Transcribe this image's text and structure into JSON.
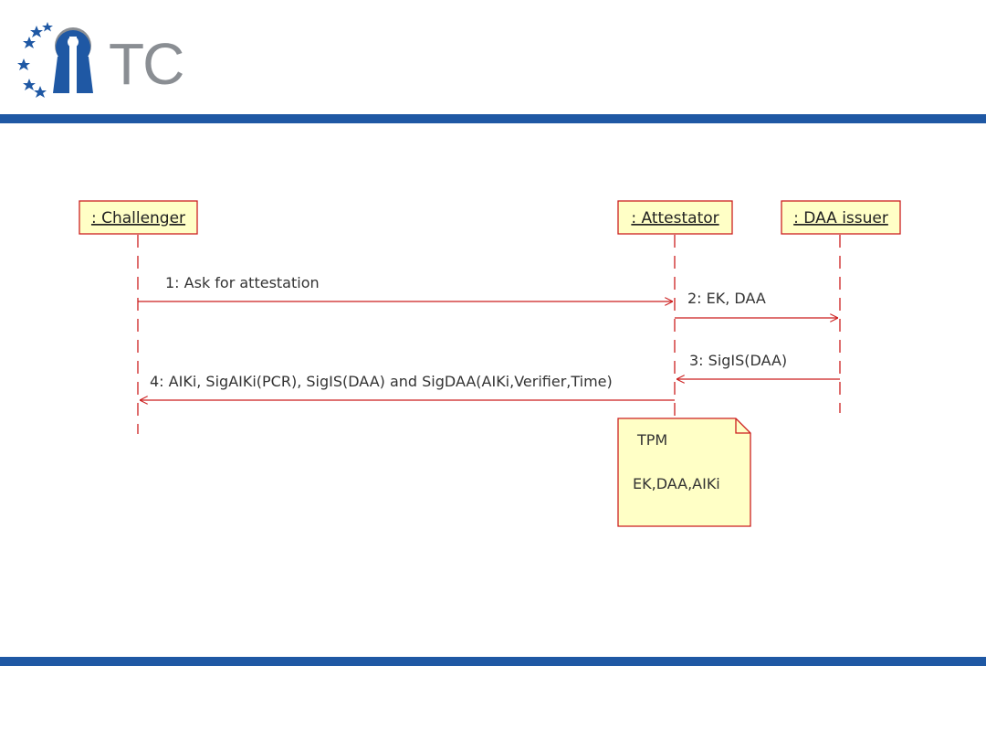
{
  "logo": {
    "text": "TC"
  },
  "colors": {
    "band": "#1f58a4",
    "line": "#cc1f1f",
    "box_fill": "#ffffc6",
    "logo_blue": "#1f58a4",
    "logo_gray": "#8a8e93"
  },
  "diagram": {
    "lifelines": [
      {
        "label": ": Challenger"
      },
      {
        "label": ": Attestator"
      },
      {
        "label": ": DAA issuer"
      }
    ],
    "messages": [
      {
        "label": "1: Ask for attestation"
      },
      {
        "label": "2: EK, DAA"
      },
      {
        "label": "3: SigIS(DAA)"
      },
      {
        "label": "4: AIKi, SigAIKi(PCR), SigIS(DAA) and SigDAA(AIKi,Verifier,Time)"
      }
    ],
    "note": {
      "title": "TPM",
      "body": "EK,DAA,AIKi"
    }
  }
}
